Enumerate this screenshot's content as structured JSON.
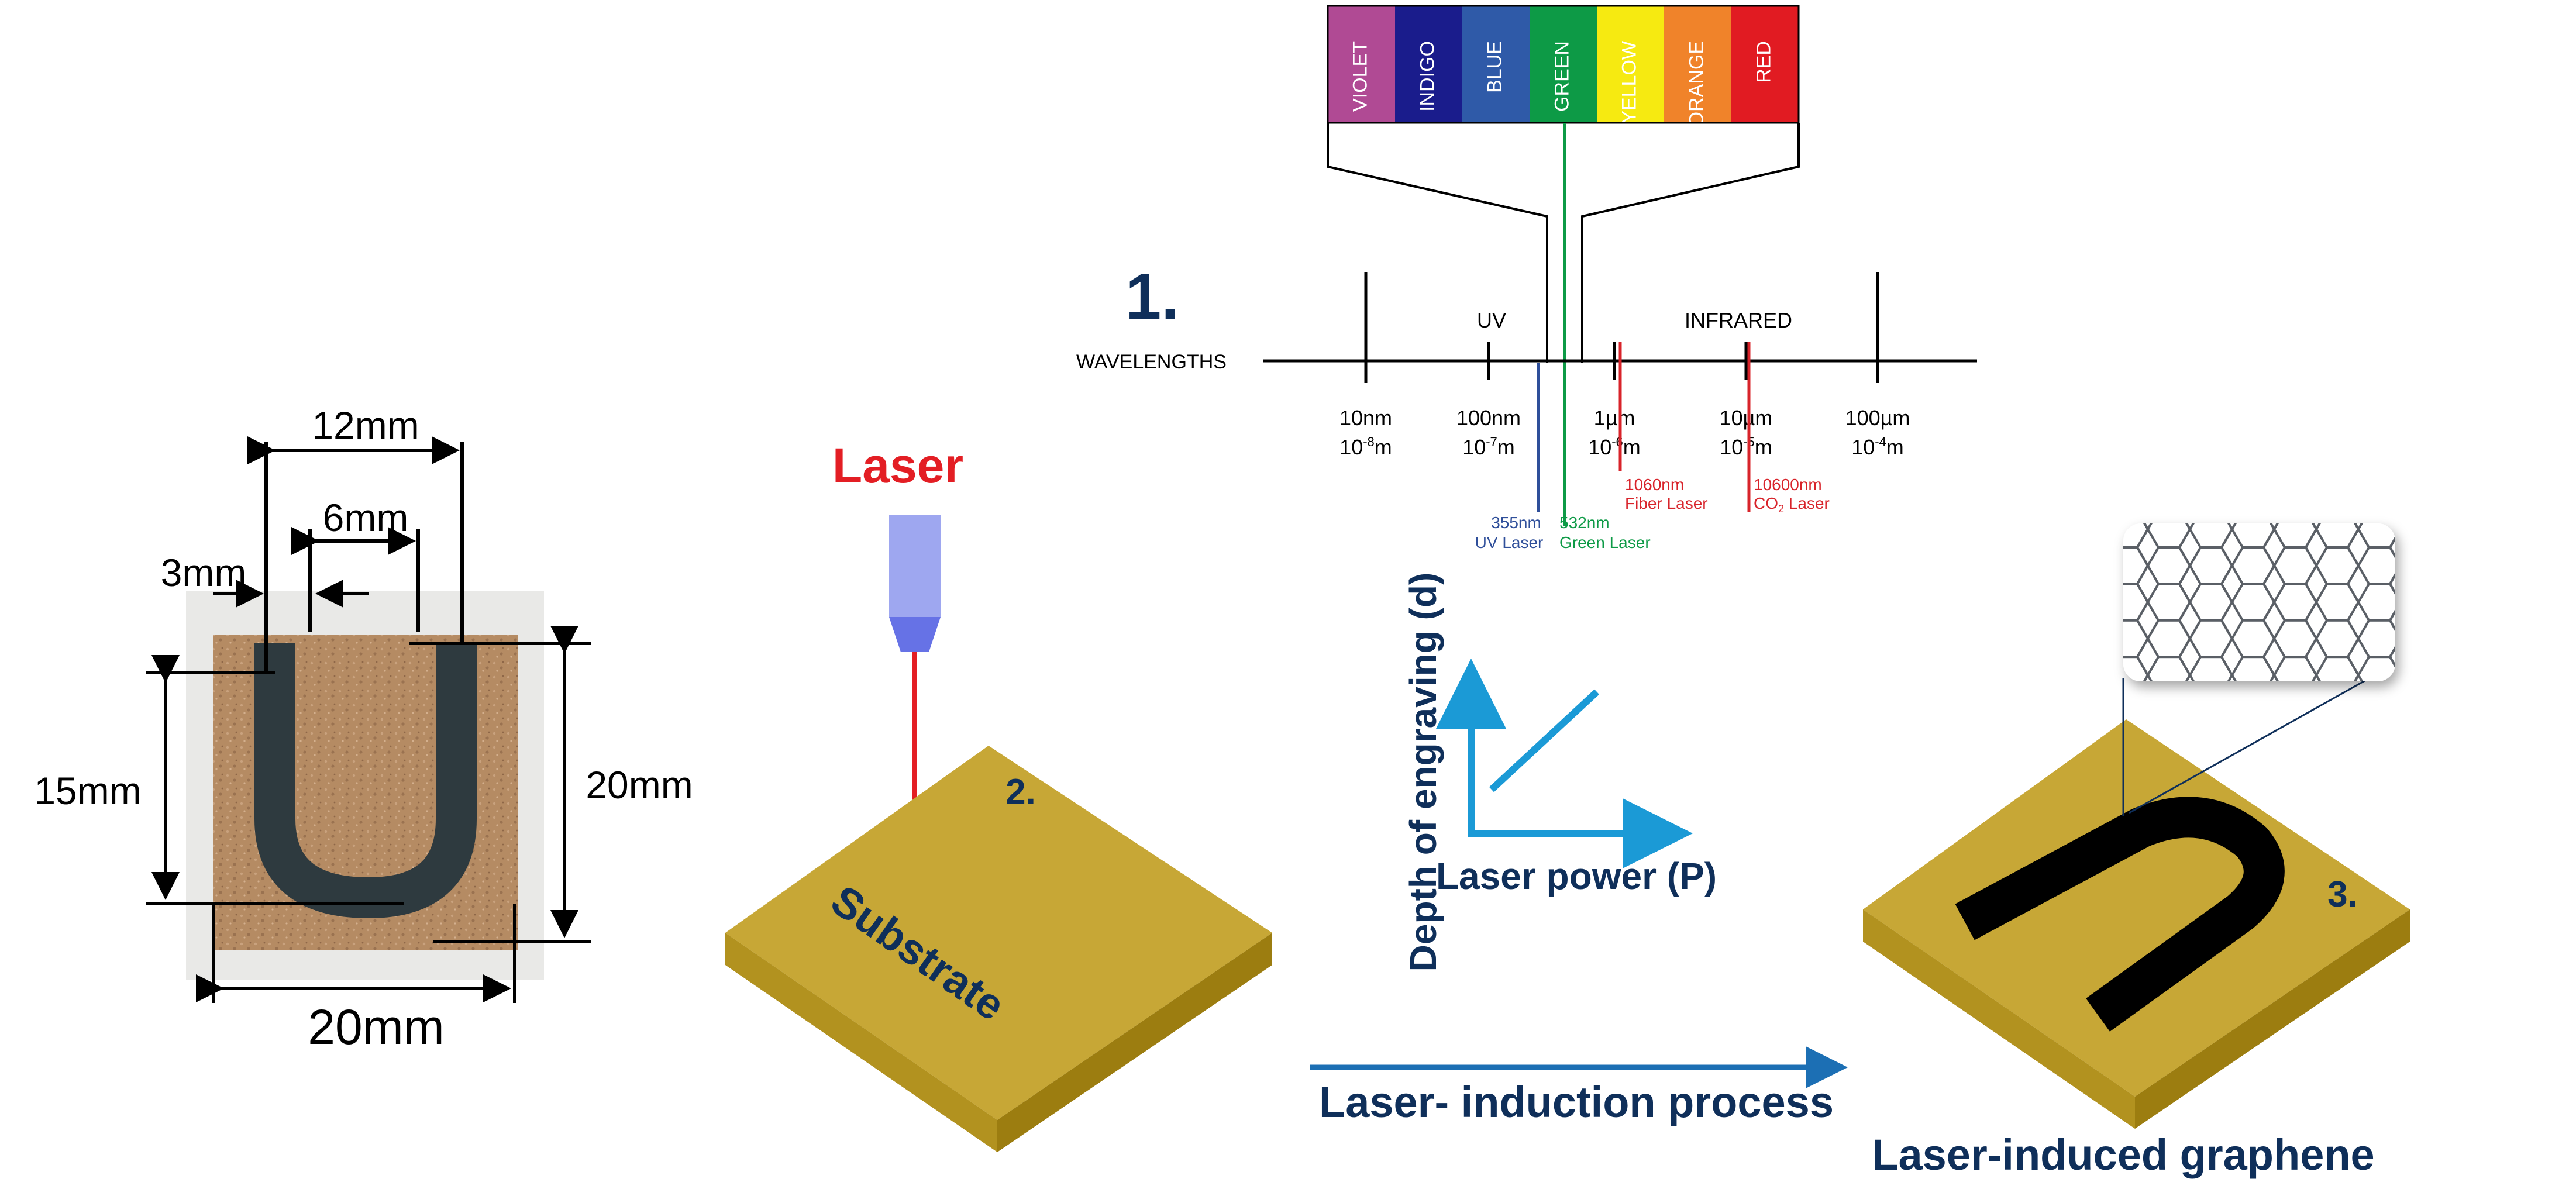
{
  "specimen": {
    "dim_12": "12mm",
    "dim_6": "6mm",
    "dim_3": "3mm",
    "dim_15": "15mm",
    "dim_20_right": "20mm",
    "dim_20_bottom": "20mm"
  },
  "spectrum": {
    "colors": [
      {
        "label": "VIOLET",
        "color": "#b04a94"
      },
      {
        "label": "INDIGO",
        "color": "#1a1c8c"
      },
      {
        "label": "BLUE",
        "color": "#2f5aa8"
      },
      {
        "label": "GREEN",
        "color": "#0d9a46"
      },
      {
        "label": "YELLOW",
        "color": "#f6ea11"
      },
      {
        "label": "ORANGE",
        "color": "#f0832a"
      },
      {
        "label": "RED",
        "color": "#e11b22"
      }
    ],
    "step_number": "1.",
    "axis_label": "WAVELENGTHS",
    "region_uv": "UV",
    "region_ir": "INFRARED",
    "ticks": [
      {
        "main": "10nm",
        "exp_base": "10",
        "exp": "-8",
        "unit": "m"
      },
      {
        "main": "100nm",
        "exp_base": "10",
        "exp": "-7",
        "unit": "m"
      },
      {
        "main": "1µm",
        "exp_base": "10",
        "exp": "-6",
        "unit": "m"
      },
      {
        "main": "10µm",
        "exp_base": "10",
        "exp": "-5",
        "unit": "m"
      },
      {
        "main": "100µm",
        "exp_base": "10",
        "exp": "-4",
        "unit": "m"
      }
    ],
    "lasers": [
      {
        "nm": "355nm",
        "name": "UV Laser",
        "color": "#2f4f9a"
      },
      {
        "nm": "532nm",
        "name": "Green Laser",
        "color": "#0d9a46"
      },
      {
        "nm": "1060nm",
        "name": "Fiber Laser",
        "color": "#d8232a"
      },
      {
        "nm": "10600nm",
        "name_pre": "CO",
        "name_sub": "2",
        "name_post": " Laser",
        "color": "#d8232a"
      }
    ]
  },
  "step2": {
    "laser_label": "Laser",
    "number": "2.",
    "substrate_label": "Substrate"
  },
  "graph": {
    "y_label": "Depth of engraving (d)",
    "x_label": "Laser power (P)"
  },
  "process": {
    "arrow_label": "Laser- induction process"
  },
  "step3": {
    "number": "3.",
    "result_label": "Laser-induced graphene"
  },
  "colors": {
    "navy": "#0f2f5a",
    "gold_top": "#c7a736",
    "gold_left": "#b2921f",
    "gold_right": "#9c7d10",
    "laser_red": "#e31e24",
    "arrow_blue": "#1b9ad6",
    "process_blue": "#1c6fb4"
  }
}
